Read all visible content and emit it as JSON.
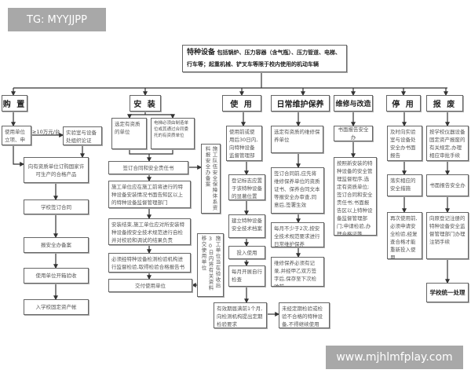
{
  "watermarks": {
    "top_left": "TG: MYYJJPP",
    "bottom_right": "www.mjhlmfplay.com"
  },
  "title": {
    "heading": "特种设备",
    "line1": "包括锅炉、压力容器（含气瓶）、压力管道、电梯、",
    "line2": "行车等；起重机械、铲叉车等限于校内使用的机动车辆"
  },
  "columns": {
    "purchase": {
      "header": "购 置",
      "steps": [
        "使用单位立项、申请",
        "实验室与设备处组织论证",
        "向有资质单位订购国家许可生产的合格产品",
        "学校签订合同",
        "报安全办备案",
        "使用单位开箱验收",
        "入学校固定资产帐"
      ],
      "condition": "≥10万元/台"
    },
    "install": {
      "header": "安 装",
      "steps": [
        "选定有资质的单位",
        "电梯必须由制造单位或其通过合同委托的有资质单位",
        "签订合同和安全责任书",
        "施工单位应在施工前将进行的特种设备安装情况书面告知区以上的特种设备监督管理部门",
        "安装结束,施工单位应对所安装特种设备按安全技术规范进行自检并对校验和调试的结果负责",
        "必须经特种设备检测检验机构进行监督检验,取得检验合格报告书",
        "交付使用单位"
      ],
      "side1": "施工队伍安全保障体系资料报安全办备案",
      "side2": "施工单位当在验收后30日内将有关资料移交使用单位"
    },
    "use": {
      "header": "使 用",
      "steps": [
        "使用前或使用后30日内,向特种设备监督管理部门登记",
        "登记标志应置于该特种设备的显著位置",
        "建立特种设备安全技术档案",
        "投入使用",
        "每月开展自行检查",
        "有效期届满前1个月,向检测机构提出定期检验要求",
        "未经定期检验或检验不合格的特种设备,不得继续使用"
      ]
    },
    "maintain": {
      "header": "日常维护保养",
      "steps": [
        "选定有资质的维修保养单位",
        "签订合同前,应先将维修保养单位的资质证书、保养合同文本等报安全办审查,同意后,签署生效",
        "每月不少于2次,按安全技术规范要求进行日常维护保养",
        "维修保养必须有记录,并经甲乙双方签字后,保存至下次检验前"
      ]
    },
    "repair": {
      "header": "维修与改造",
      "steps": [
        "书面报告安全办",
        "按照新安装的特种设备的安全管理监督程序,选定有资质单位;签订合同和安全责任书;书面报告区以上特种设备监督管理部门;申请检验,办理合格证等"
      ]
    },
    "stop": {
      "header": "停 用",
      "steps": [
        "及时向实验室与设备处安全办书面报告",
        "落实相应的安全措施",
        "再次使用前,必须申请安全检验,经复查合格才能重新投入使用"
      ]
    },
    "scrap": {
      "header": "报 废",
      "steps": [
        "按学校仪器设备固定资产报废的有关规定,办理相应审批手续",
        "书面报告安全办",
        "向原登记注册的特种设备安全监督管理部门办理注销手续",
        "学校统一处理"
      ]
    }
  }
}
